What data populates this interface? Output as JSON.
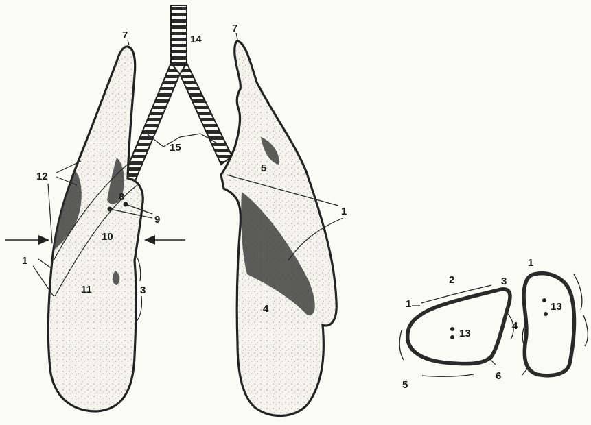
{
  "colors": {
    "background": "#fbfbf6",
    "ink": "#222222",
    "shading": "#3a3a3a",
    "lung_fill": "#f4f3ec"
  },
  "labels": {
    "l1_right_hilum": "1",
    "l1_left_fissure": "1",
    "l1_left_edge": "1",
    "l1_cross_a": "1",
    "l1_cross_b": "1",
    "l2": "2",
    "l3_lung": "3",
    "l3_cross": "3",
    "l4_lung": "4",
    "l4_cross": "4",
    "l5_lung": "5",
    "l5_cross": "5",
    "l6": "6",
    "l7_left": "7",
    "l7_right": "7",
    "l8": "8",
    "l9": "9",
    "l10": "10",
    "l11": "11",
    "l12": "12",
    "l13_a": "13",
    "l13_b": "13",
    "l14": "14",
    "l15": "15"
  }
}
